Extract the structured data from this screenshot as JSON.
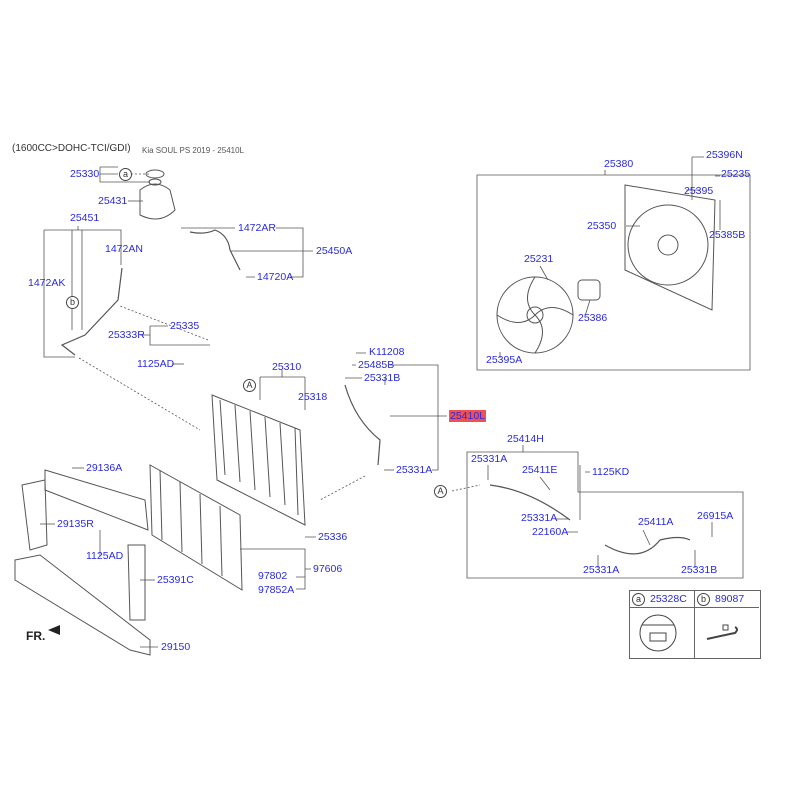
{
  "header": {
    "engine": "(1600CC>DOHC-TCI/GDI)",
    "caption": "Kia SOUL PS 2019 - 25410L"
  },
  "callouts": {
    "a": "a",
    "b": "b",
    "A": "A"
  },
  "labels": {
    "p25330": "25330",
    "p25431": "25431",
    "p25451": "25451",
    "p1472AR": "1472AR",
    "p1472AN": "1472AN",
    "p25450A": "25450A",
    "p1472AK": "1472AK",
    "p14720A": "14720A",
    "p25335": "25335",
    "p25333R": "25333R",
    "p1125AD_a": "1125AD",
    "pK11208": "K11208",
    "p25485B": "25485B",
    "p25331B_a": "25331B",
    "p25310": "25310",
    "p25318": "25318",
    "p25410L": "25410L",
    "p25331A_a": "25331A",
    "p29136A": "29136A",
    "p29135R": "29135R",
    "p1125AD_b": "1125AD",
    "p25336": "25336",
    "p25391C": "25391C",
    "p97802": "97802",
    "p97606": "97606",
    "p97852A": "97852A",
    "p29150": "29150",
    "p25380": "25380",
    "p25396N": "25396N",
    "p25235": "25235",
    "p25395": "25395",
    "p25350": "25350",
    "p25385B": "25385B",
    "p25231": "25231",
    "p25386": "25386",
    "p25395A": "25395A",
    "p25414H": "25414H",
    "p25331A_b": "25331A",
    "p25411E": "25411E",
    "p1125KD": "1125KD",
    "p25331A_c": "25331A",
    "p22160A": "22160A",
    "p25411A": "25411A",
    "p26915A": "26915A",
    "p25331A_d": "25331A",
    "p25331B_b": "25331B"
  },
  "front_marker": "FR.",
  "legend": {
    "a": {
      "key": "a",
      "part": "25328C"
    },
    "b": {
      "key": "b",
      "part": "89087"
    }
  },
  "colors": {
    "label": "#2a2ae0",
    "highlight": "#f05050"
  }
}
